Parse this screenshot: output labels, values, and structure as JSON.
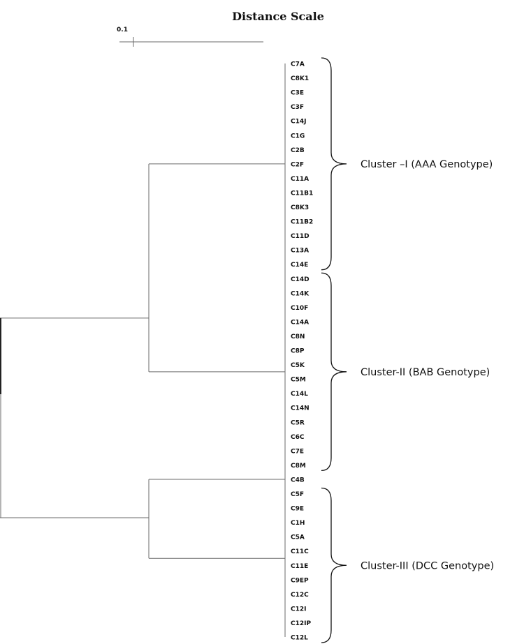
{
  "title": "Distance Scale",
  "scale_label": "0.1",
  "clusters": [
    {
      "label": "Cluster –I (AAA  Genotype)",
      "leaves": [
        "C7A",
        "C8K1",
        "C3E",
        "C3F",
        "C14J",
        "C1G",
        "C2B",
        "C2F",
        "C11A",
        "C11B1",
        "C8K3",
        "C11B2",
        "C11D",
        "C13A",
        "C14E"
      ]
    },
    {
      "label": "Cluster-II (BAB Genotype)",
      "leaves": [
        "C14D",
        "C14K",
        "C10F",
        "C14A",
        "C8N",
        "C8P",
        "C5K",
        "C5M",
        "C14L",
        "C14N",
        "C5R",
        "C6C",
        "C7E",
        "C8M"
      ]
    },
    {
      "label": "",
      "leaves": [
        "C4B"
      ]
    },
    {
      "label": "Cluster-III (DCC Genotype)",
      "leaves": [
        "C5F",
        "C9E",
        "C1H",
        "C5A",
        "C11C",
        "C11E",
        "C9EP",
        "C12C",
        "C12I",
        "C12IP",
        "C12L"
      ]
    }
  ]
}
